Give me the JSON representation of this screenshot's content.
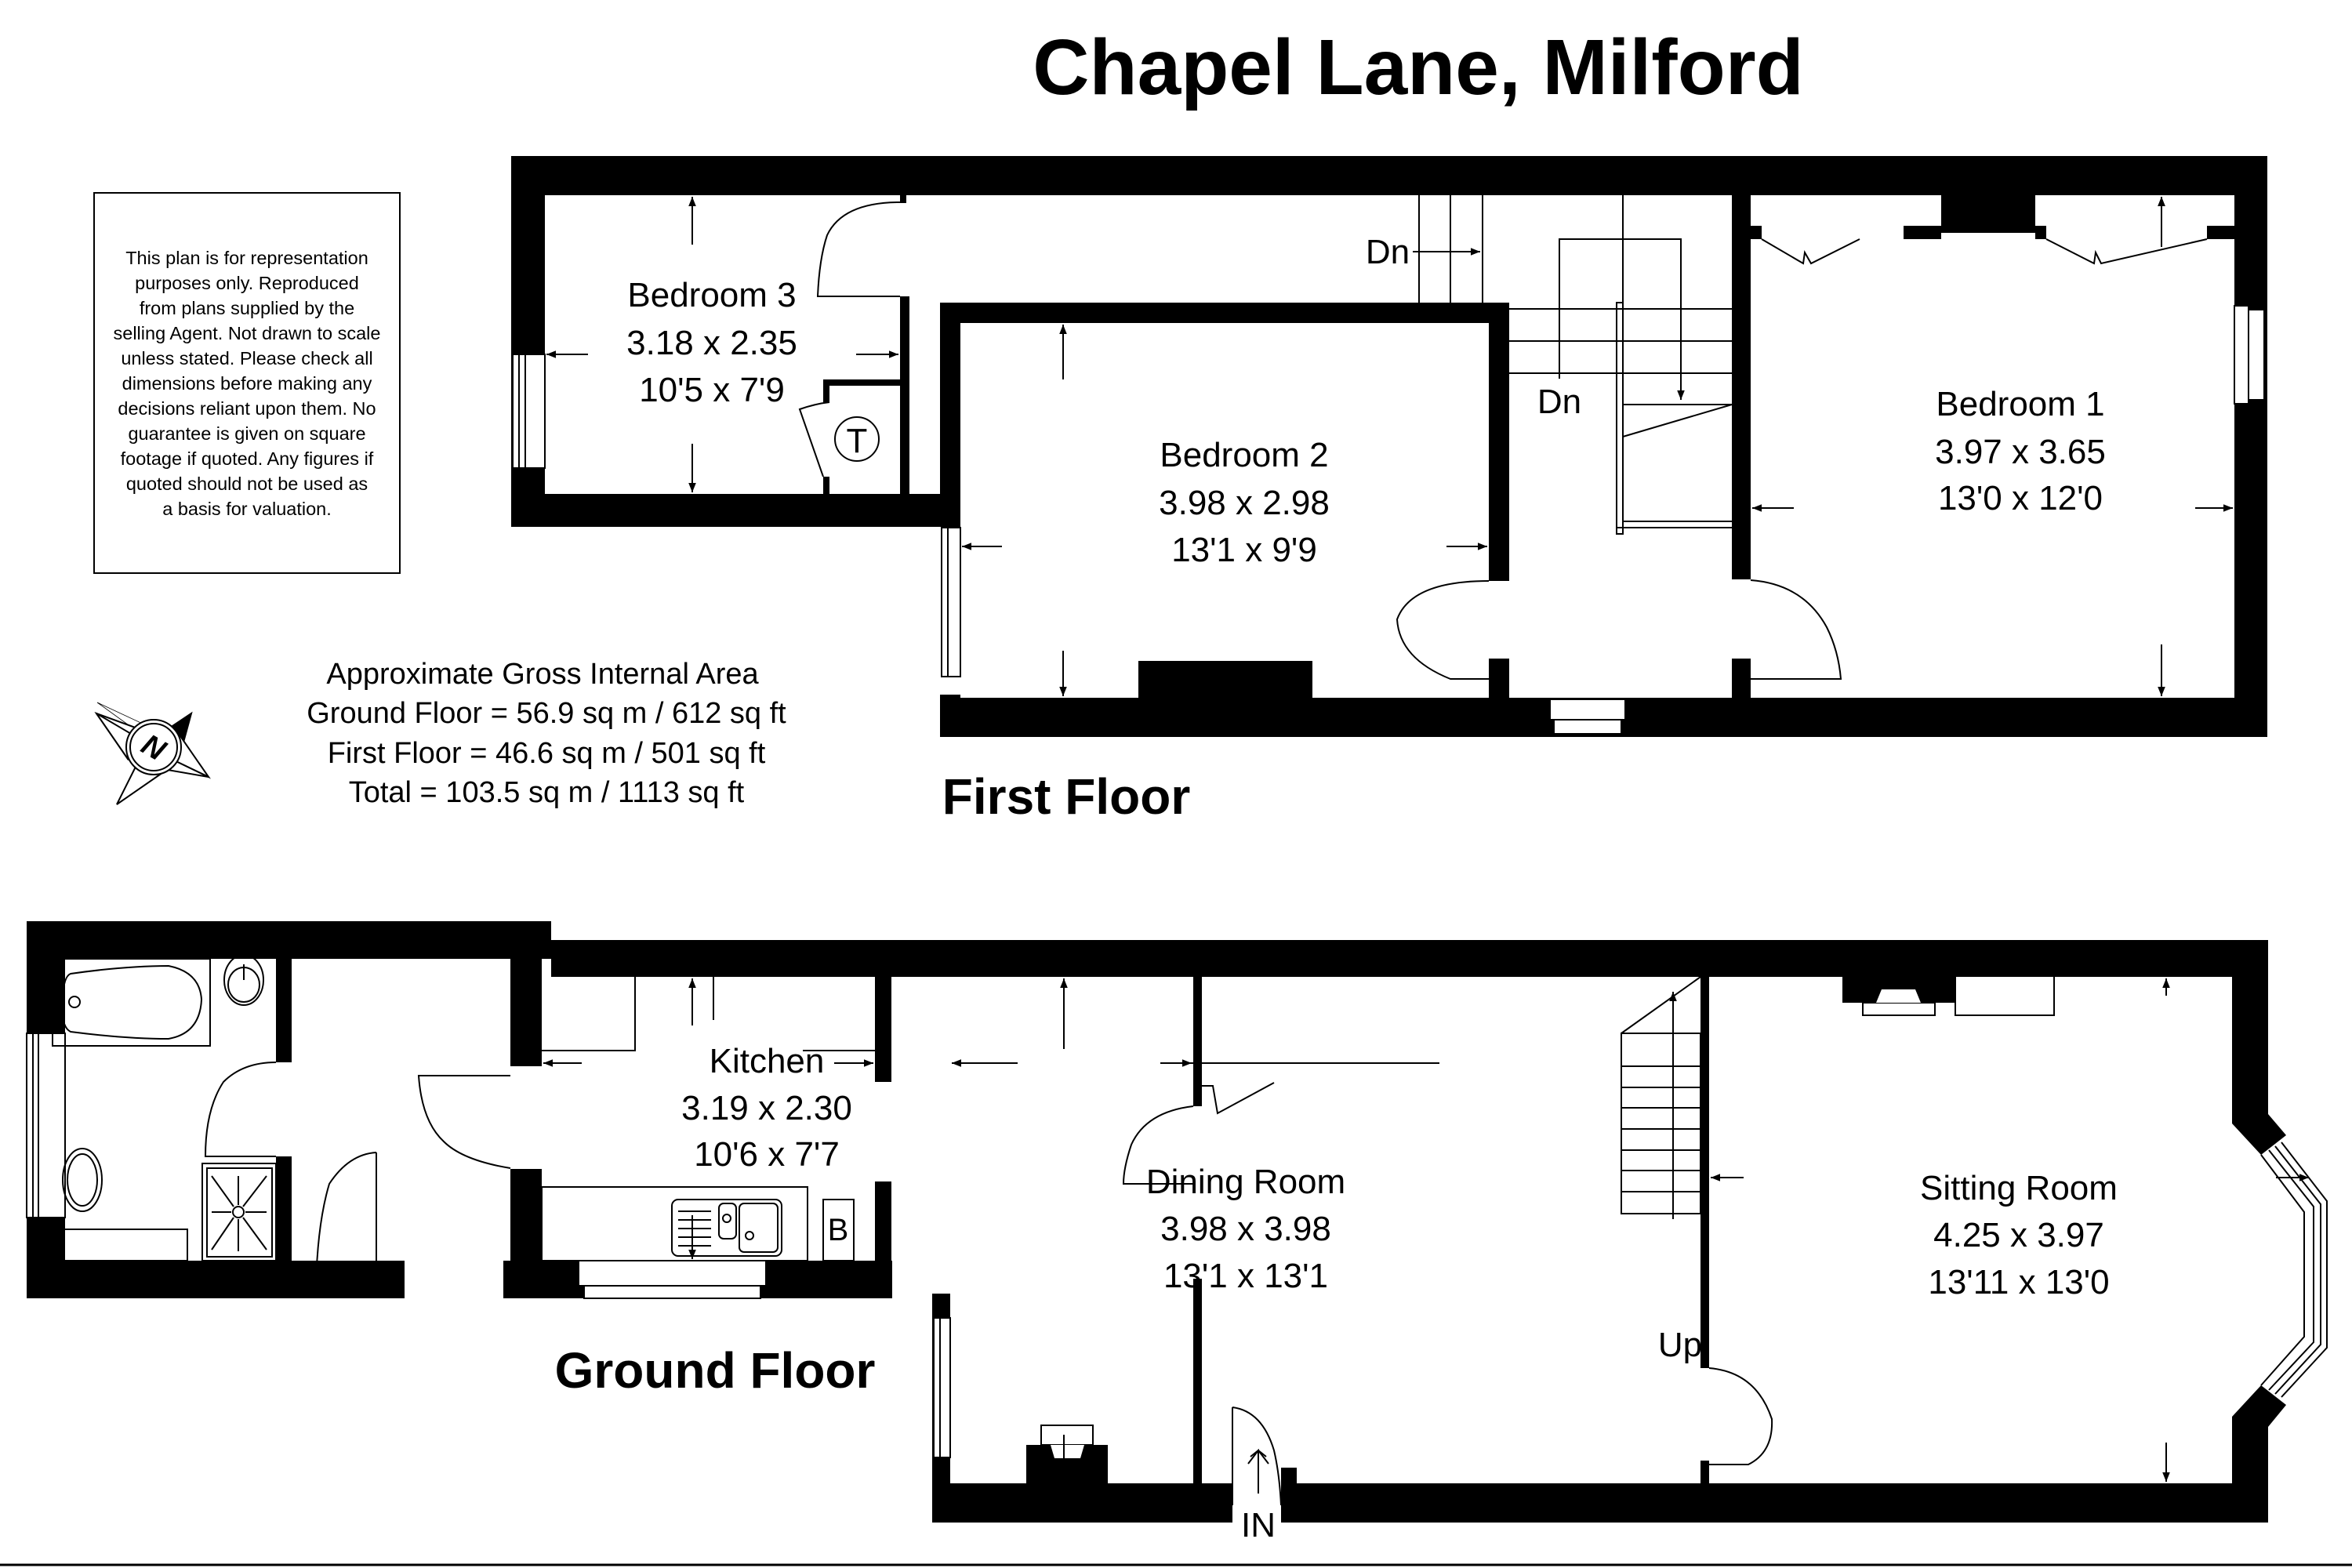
{
  "title": "Chapel Lane, Milford",
  "disclaimer": "This plan is for representation purposes only. Reproduced from plans supplied by the selling Agent. Not drawn to scale unless stated. Please check all dimensions before making any decisions reliant upon them. No guarantee is given on square footage if quoted. Any figures if quoted should not be used as a basis for valuation.",
  "disclaimer_lines": [
    "This plan is for representation",
    "purposes only. Reproduced",
    "from plans supplied by the",
    "selling Agent. Not drawn to scale",
    "unless stated. Please check all",
    "dimensions before making any",
    "decisions reliant upon them. No",
    "guarantee is given on square",
    "footage if quoted. Any figures if",
    "quoted should not be used as",
    "a basis for valuation."
  ],
  "area_summary": {
    "heading": "Approximate Gross Internal Area",
    "ground_floor": "Ground Floor = 56.9 sq m / 612 sq ft",
    "first_floor": "First Floor = 46.6 sq m / 501 sq ft",
    "total": "Total = 103.5 sq m / 1113 sq ft"
  },
  "compass": {
    "label": "N",
    "icon": "north-compass-icon"
  },
  "first_floor": {
    "label": "First Floor",
    "rooms": [
      {
        "name": "Bedroom 3",
        "metric": "3.18 x 2.35",
        "imperial": "10'5 x 7'9"
      },
      {
        "name": "Bedroom 2",
        "metric": "3.98 x 2.98",
        "imperial": "13'1 x 9'9"
      },
      {
        "name": "Bedroom 1",
        "metric": "3.97 x 3.65",
        "imperial": "13'0 x 12'0"
      }
    ],
    "annotations": {
      "stair_down_1": "Dn",
      "stair_down_2": "Dn",
      "tank": "T"
    }
  },
  "ground_floor": {
    "label": "Ground Floor",
    "rooms": [
      {
        "name": "Kitchen",
        "metric": "3.19 x 2.30",
        "imperial": "10'6 x 7'7"
      },
      {
        "name": "Dining Room",
        "metric": "3.98 x 3.98",
        "imperial": "13'1 x 13'1"
      },
      {
        "name": "Sitting Room",
        "metric": "4.25 x 3.97",
        "imperial": "13'11 x 13'0"
      }
    ],
    "annotations": {
      "stair_up": "Up",
      "entrance": "IN",
      "boiler": "B"
    }
  }
}
